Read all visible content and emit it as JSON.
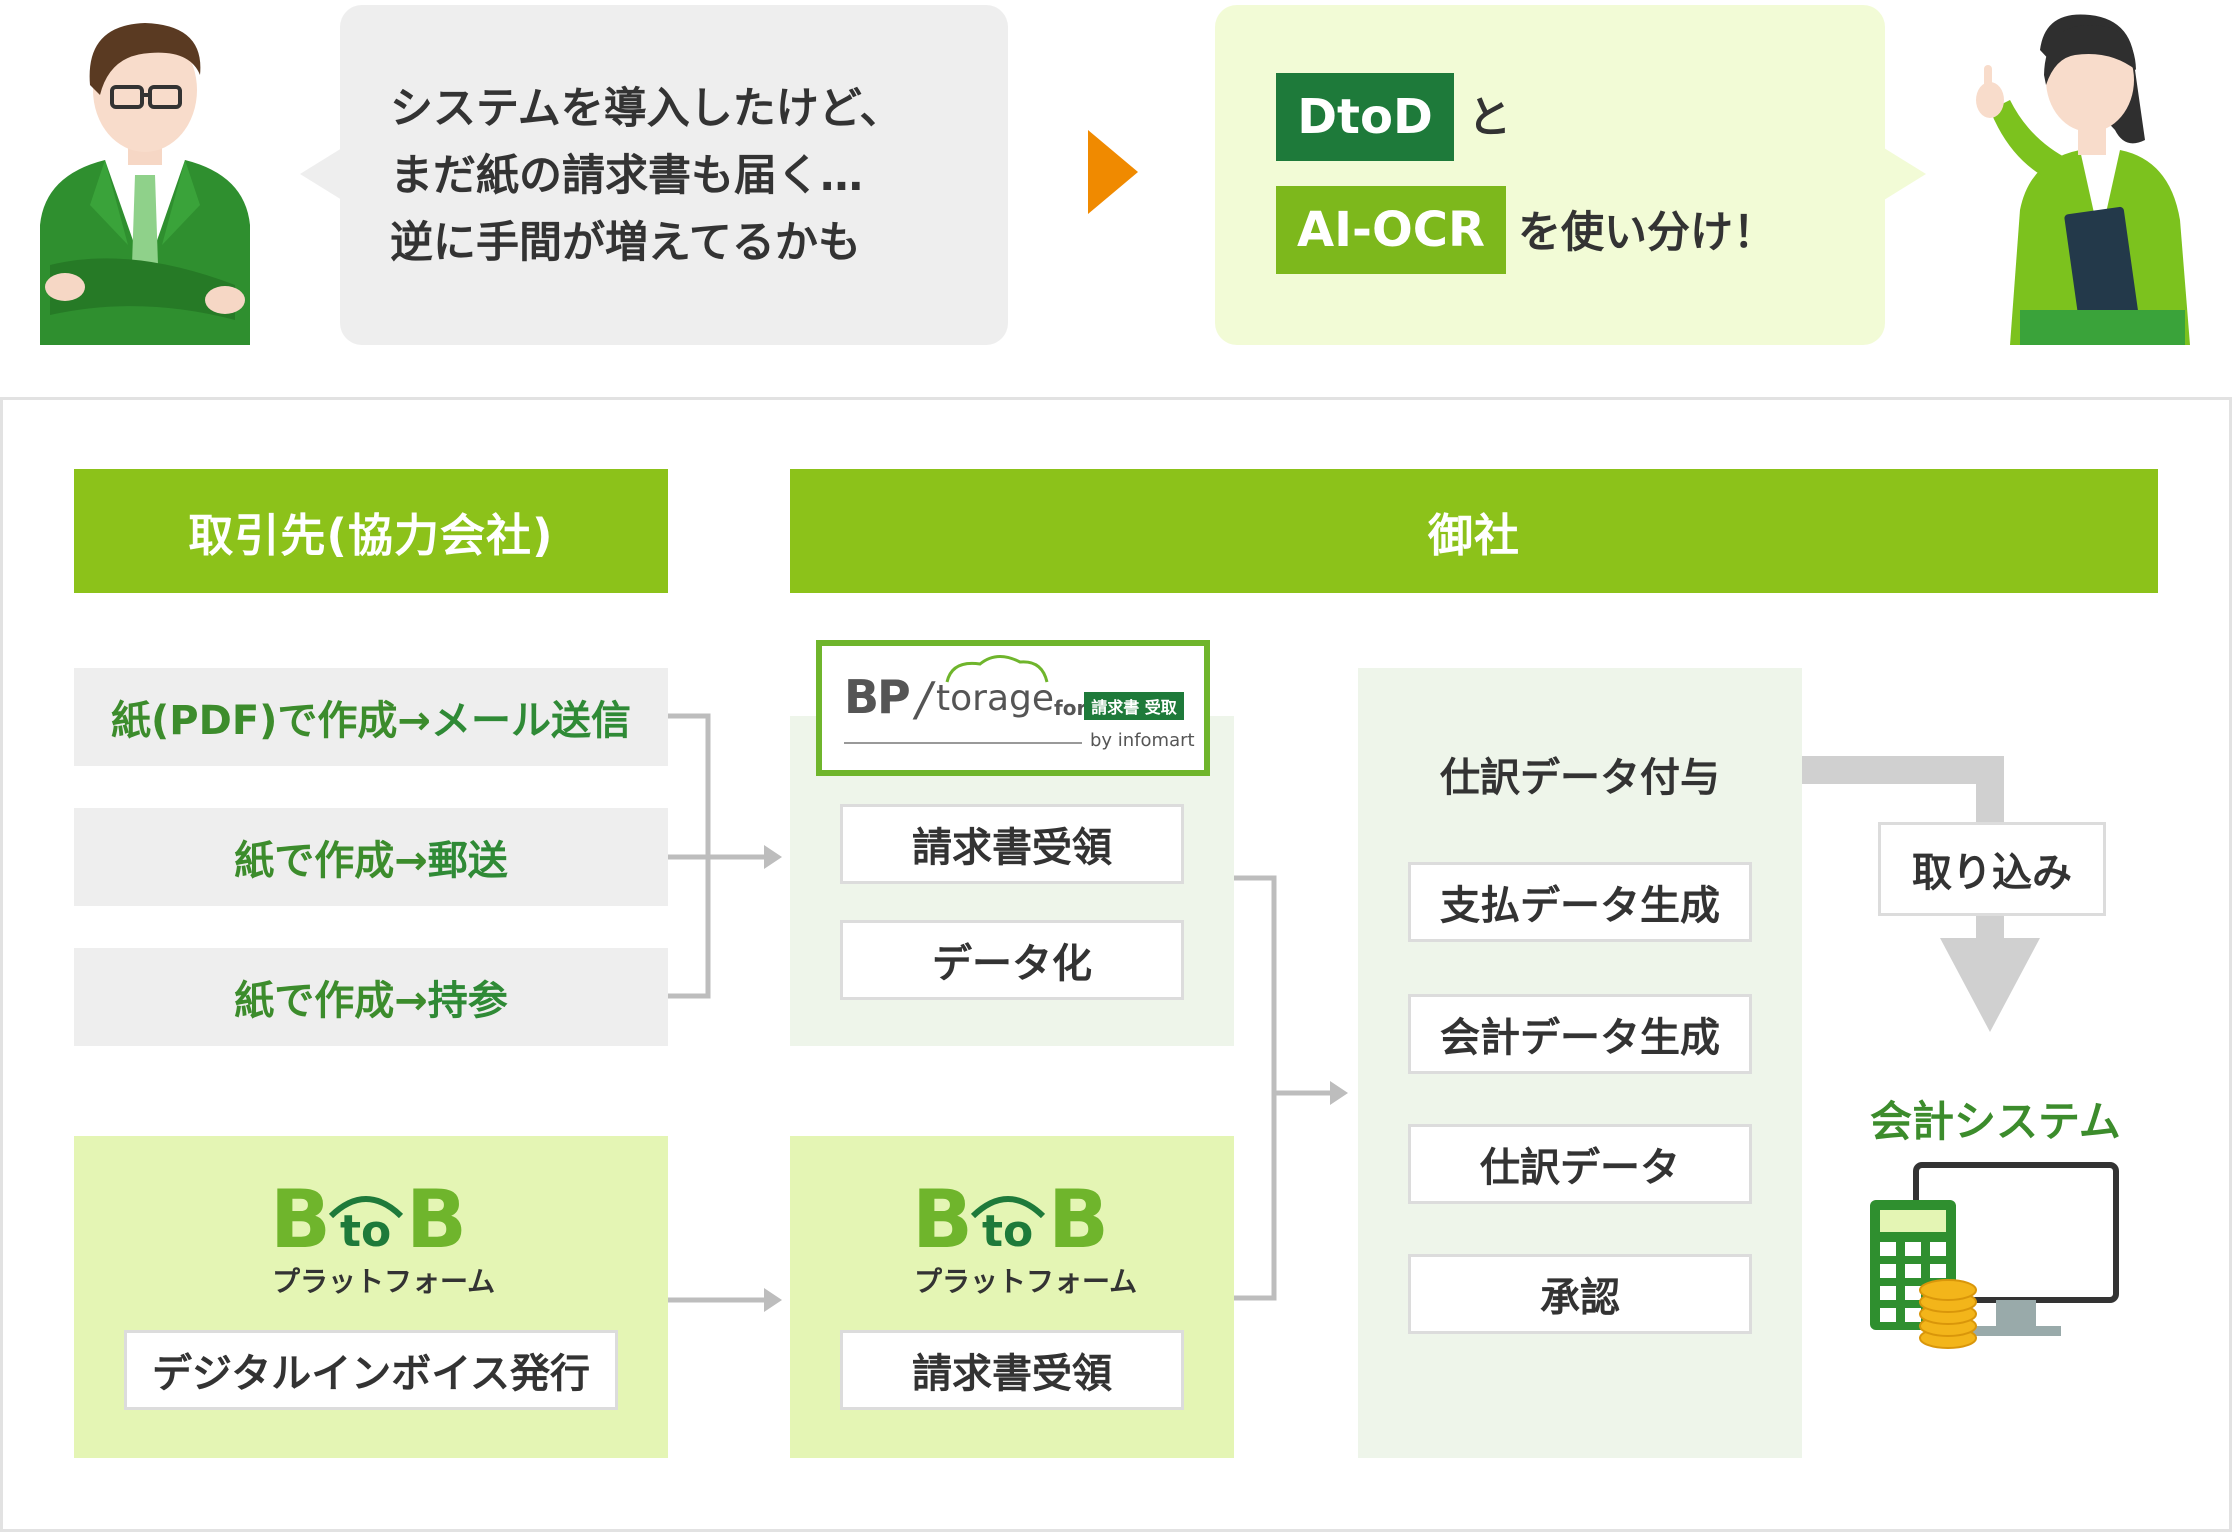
{
  "top": {
    "left_bubble_lines": [
      "システムを導入したけど、",
      "まだ紙の請求書も届く…",
      "逆に手間が増えてるかも"
    ],
    "dtod_tag": "DtoD",
    "dtod_suffix": "と",
    "aiocr_tag": "AI-OCR",
    "aiocr_suffix": "を使い分け！"
  },
  "headers": {
    "partner": "取引先(協力会社)",
    "company": "御社"
  },
  "partner_rows": [
    {
      "prefix": "紙(PDF)で作成→",
      "highlight": "メール送信"
    },
    {
      "prefix": "紙で作成→",
      "highlight": "郵送"
    },
    {
      "prefix": "紙で作成→",
      "highlight": "持参"
    }
  ],
  "bp_logo": {
    "brand": "BP",
    "storage": "torage",
    "for": "for",
    "badge": "請求書 受取",
    "by": "by infomart"
  },
  "bp_steps": [
    "請求書受領",
    "データ化"
  ],
  "btob_logo": {
    "b1": "B",
    "to": "to",
    "b2": "B",
    "sub": "プラットフォーム"
  },
  "btob_partner_action": "デジタルインボイス発行",
  "btob_company_action": "請求書受領",
  "process_steps": [
    "仕訳データ付与",
    "支払データ生成",
    "会計データ生成",
    "仕訳データ",
    "承認"
  ],
  "import_label": "取り込み",
  "accounting_label": "会計システム",
  "colors": {
    "header_green": "#8cc21a",
    "dark_green": "#1e7a3a",
    "text_green": "#3c8c2c",
    "arrow_orange": "#f08a00"
  }
}
